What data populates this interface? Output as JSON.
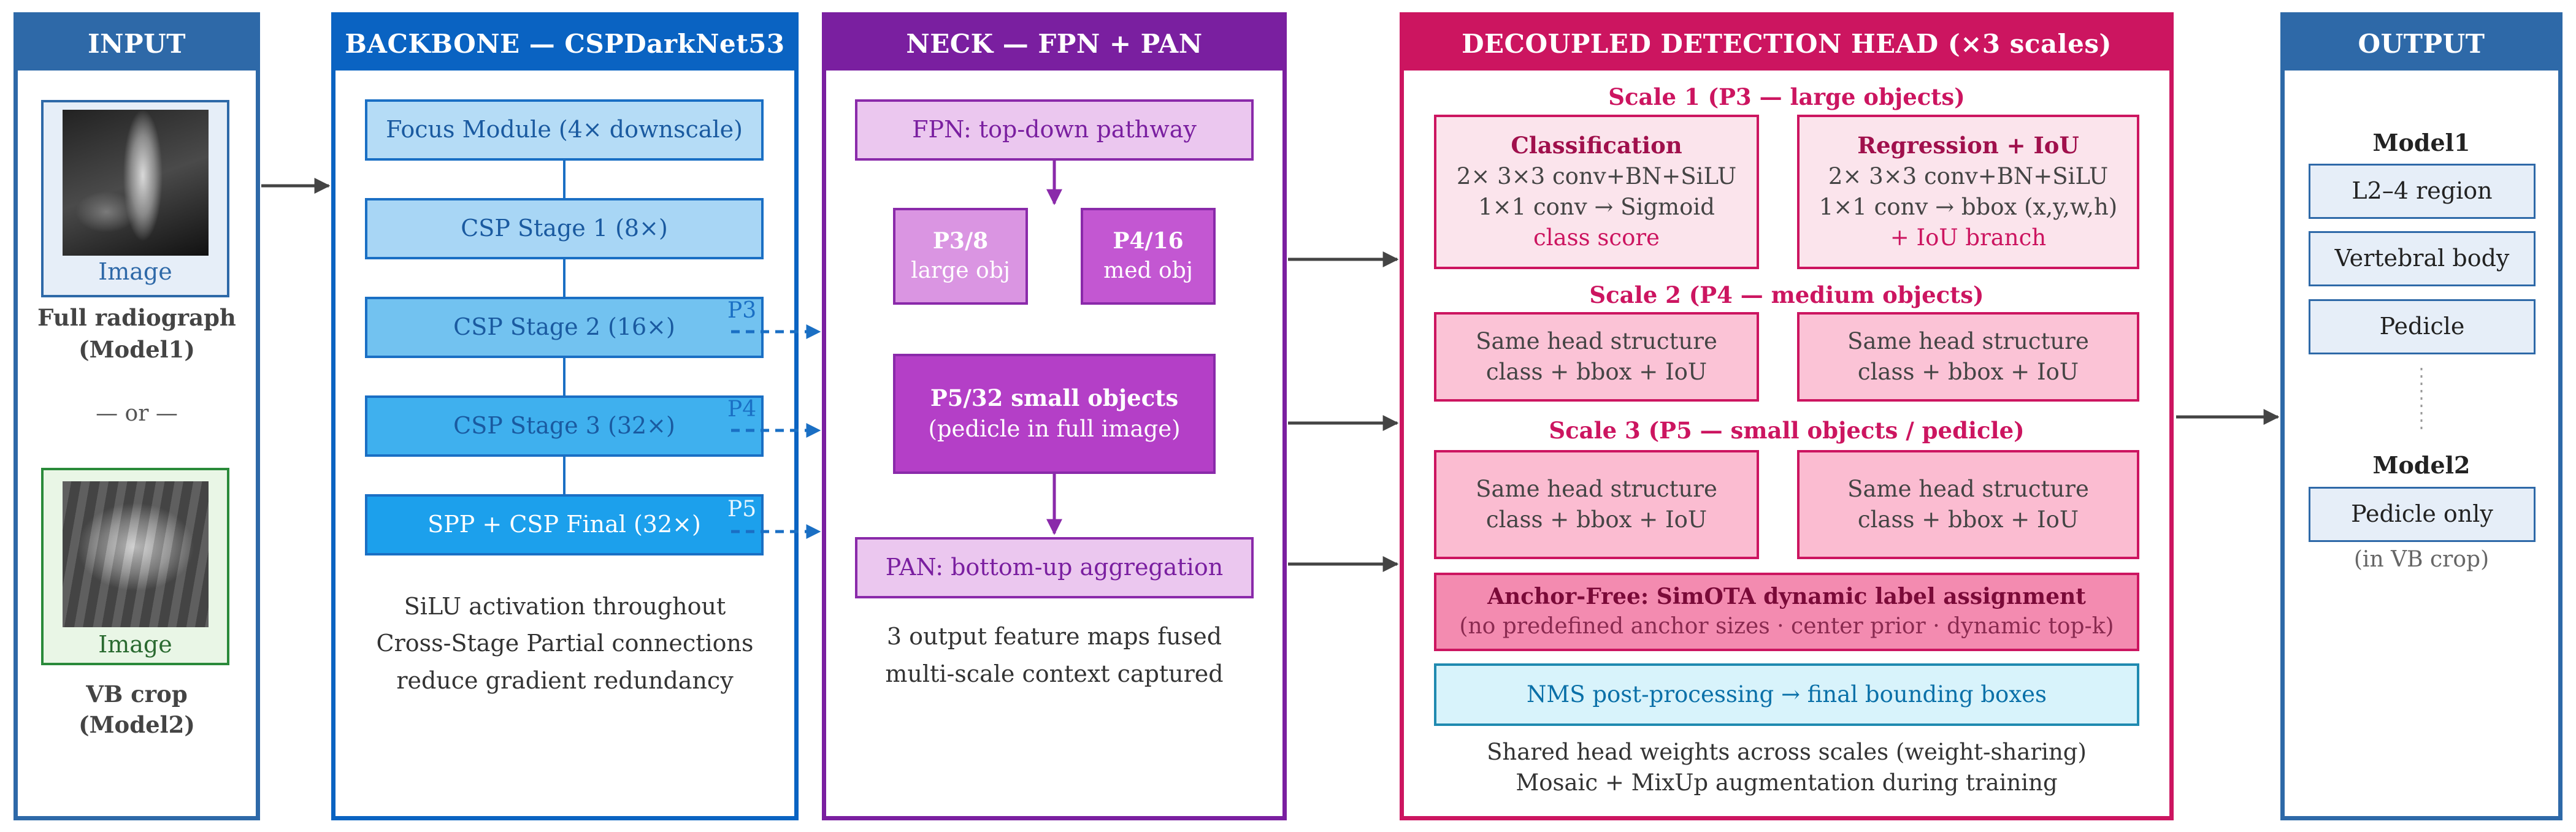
{
  "input": {
    "title": "INPUT",
    "image1_label": "Image",
    "image1_caption_1": "Full radiograph",
    "image1_caption_2": "(Model1)",
    "or_text": "— or —",
    "image2_label": "Image",
    "image2_caption_1": "VB crop",
    "image2_caption_2": "(Model2)"
  },
  "backbone": {
    "title": "BACKBONE — CSPDarkNet53",
    "stages": [
      {
        "label": "Focus Module (4× downscale)"
      },
      {
        "label": "CSP Stage 1 (8×)"
      },
      {
        "label": "CSP Stage 2 (16×)",
        "tag": "P3"
      },
      {
        "label": "CSP Stage 3 (32×)",
        "tag": "P4"
      },
      {
        "label": "SPP + CSP Final (32×)",
        "tag": "P5"
      }
    ],
    "notes": [
      "SiLU activation throughout",
      "Cross-Stage Partial connections",
      "reduce gradient redundancy"
    ]
  },
  "neck": {
    "title": "NECK — FPN + PAN",
    "fpn": "FPN: top-down pathway",
    "p3_title": "P3/8",
    "p3_sub": "large obj",
    "p4_title": "P4/16",
    "p4_sub": "med obj",
    "p5_title": "P5/32 small objects",
    "p5_sub": "(pedicle in full image)",
    "pan": "PAN: bottom-up aggregation",
    "notes": [
      "3 output feature maps fused",
      "multi-scale context captured"
    ]
  },
  "head": {
    "title": "DECOUPLED DETECTION HEAD (×3 scales)",
    "scale1": "Scale 1 (P3 — large objects)",
    "cls_title": "Classification",
    "cls_l1": "2× 3×3 conv+BN+SiLU",
    "cls_l2": "1×1 conv → Sigmoid",
    "cls_l3": "class score",
    "reg_title": "Regression + IoU",
    "reg_l1": "2× 3×3 conv+BN+SiLU",
    "reg_l2": "1×1 conv → bbox (x,y,w,h)",
    "reg_l3": "+ IoU branch",
    "scale2": "Scale 2 (P4 — medium objects)",
    "scale3": "Scale 3 (P5 — small objects / pedicle)",
    "same_title": "Same head structure",
    "same_sub": "class + bbox + IoU",
    "anchor_title": "Anchor-Free: SimOTA dynamic label assignment",
    "anchor_sub": "(no predefined anchor sizes · center prior · dynamic top-k)",
    "nms": "NMS post-processing → final bounding boxes",
    "notes": [
      "Shared head weights across scales (weight-sharing)",
      "Mosaic + MixUp augmentation during training"
    ]
  },
  "output": {
    "title": "OUTPUT",
    "model1": "Model1",
    "items": [
      "L2–4 region",
      "Vertebral body",
      "Pedicle"
    ],
    "model2": "Model2",
    "model2_item": "Pedicle only",
    "model2_note": "(in VB crop)"
  },
  "colors": {
    "input": "#2e69a8",
    "backbone": "#0a63c2",
    "neck": "#7a1fa0",
    "head": "#cc1560",
    "output": "#2e69a8"
  }
}
